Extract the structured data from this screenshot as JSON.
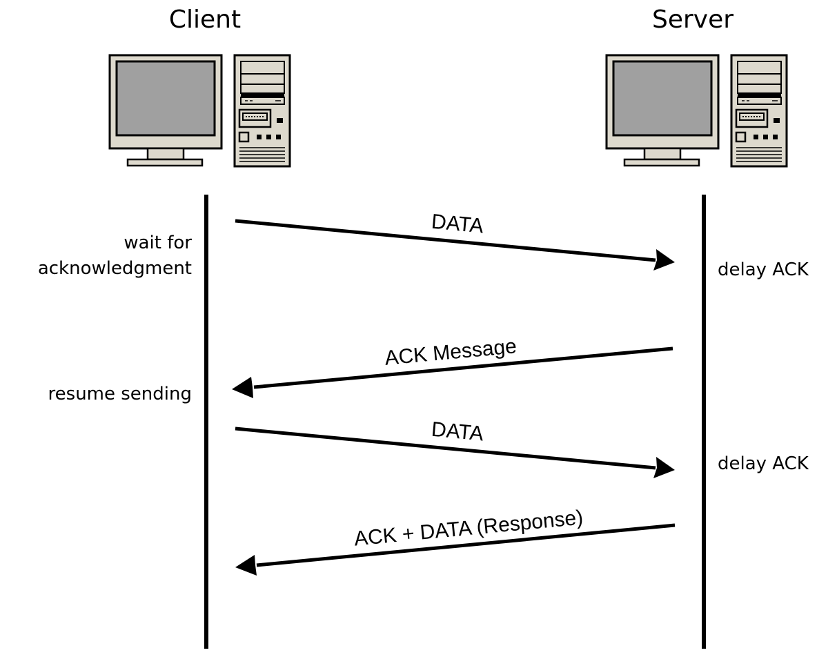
{
  "participants": {
    "client": {
      "label": "Client"
    },
    "server": {
      "label": "Server"
    }
  },
  "client_notes": {
    "wait_line1": "wait for",
    "wait_line2": "acknowledgment",
    "resume": "resume sending"
  },
  "server_notes": {
    "delay_ack_1": "delay ACK",
    "delay_ack_2": "delay ACK"
  },
  "messages": [
    {
      "label": "DATA",
      "from": "client",
      "to": "server"
    },
    {
      "label": "ACK Message",
      "from": "server",
      "to": "client"
    },
    {
      "label": "DATA",
      "from": "client",
      "to": "server"
    },
    {
      "label": "ACK + DATA (Response)",
      "from": "server",
      "to": "client"
    }
  ],
  "colors": {
    "line": "#000000",
    "computer_body": "#ddd9cd",
    "screen": "#a0a0a0",
    "background": "#ffffff"
  }
}
